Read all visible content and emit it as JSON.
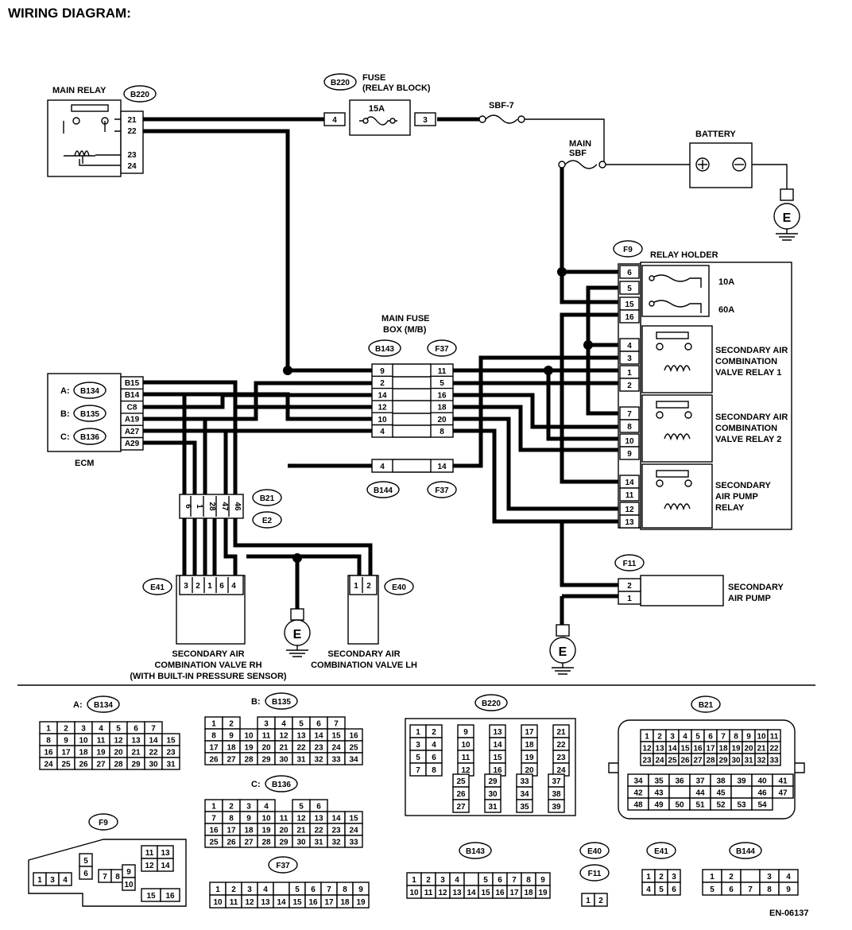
{
  "title": "WIRING DIAGRAM:",
  "footer_code": "EN-06137",
  "components": {
    "main_relay": {
      "label": "MAIN RELAY",
      "tag": "B220",
      "pins": [
        "21",
        "22",
        "23",
        "24"
      ]
    },
    "fuse": {
      "tag": "B220",
      "label1": "FUSE",
      "label2": "(RELAY BLOCK)",
      "rating": "15A",
      "pin_in": "4",
      "pin_out": "3"
    },
    "sbf7": {
      "label": "SBF-7"
    },
    "main_sbf": {
      "label1": "MAIN",
      "label2": "SBF"
    },
    "battery": {
      "label": "BATTERY"
    },
    "ground": {
      "label": "E"
    },
    "relay_holder": {
      "tag": "F9",
      "label": "RELAY HOLDER",
      "fuse_10a": "10A",
      "fuse_60a": "60A",
      "pins": [
        "6",
        "5",
        "15",
        "16",
        "4",
        "3",
        "1",
        "2",
        "7",
        "8",
        "10",
        "9",
        "14",
        "11",
        "12",
        "13"
      ],
      "relay1": [
        "SECONDARY AIR",
        "COMBINATION",
        "VALVE RELAY 1"
      ],
      "relay2": [
        "SECONDARY AIR",
        "COMBINATION",
        "VALVE RELAY 2"
      ],
      "relay3": [
        "SECONDARY",
        "AIR PUMP",
        "RELAY"
      ]
    },
    "main_fuse_box": {
      "label1": "MAIN FUSE",
      "label2": "BOX (M/B)",
      "tag_left": "B143",
      "tag_right": "F37",
      "tag_left2": "B144",
      "tag_right2": "F37",
      "left_pins": [
        "9",
        "2",
        "14",
        "12",
        "10",
        "4"
      ],
      "right_pins": [
        "11",
        "5",
        "16",
        "18",
        "20",
        "8"
      ],
      "left_pin2": "4",
      "right_pin2": "14"
    },
    "ecm": {
      "label": "ECM",
      "tags": [
        "A:",
        "B134",
        "B:",
        "B135",
        "C:",
        "B136"
      ],
      "pins": [
        "B15",
        "B14",
        "C8",
        "A19",
        "A27",
        "A29"
      ]
    },
    "connector_b21": {
      "tag1": "B21",
      "tag2": "E2",
      "pins": [
        "6",
        "1",
        "28",
        "47",
        "46"
      ]
    },
    "valve_rh": {
      "tag": "E41",
      "pins": [
        "3",
        "2",
        "1",
        "6",
        "4"
      ],
      "label": [
        "SECONDARY AIR",
        "COMBINATION VALVE RH",
        "(WITH BUILT-IN PRESSURE SENSOR)"
      ]
    },
    "valve_lh": {
      "tag": "E40",
      "pins": [
        "1",
        "2"
      ],
      "label": [
        "SECONDARY AIR",
        "COMBINATION VALVE LH"
      ]
    },
    "air_pump": {
      "tag": "F11",
      "pins": [
        "2",
        "1"
      ],
      "label": [
        "SECONDARY",
        "AIR PUMP"
      ]
    }
  },
  "connector_views": {
    "b134": {
      "prefix": "A:",
      "tag": "B134"
    },
    "b135": {
      "prefix": "B:",
      "tag": "B135"
    },
    "b136": {
      "prefix": "C:",
      "tag": "B136"
    },
    "b220": {
      "tag": "B220"
    },
    "b21": {
      "tag": "B21"
    },
    "f9": {
      "tag": "F9"
    },
    "f37": {
      "tag": "F37"
    },
    "b143": {
      "tag": "B143"
    },
    "e40": {
      "tag": "E40"
    },
    "f11": {
      "tag": "F11"
    },
    "e41": {
      "tag": "E41"
    },
    "b144": {
      "tag": "B144"
    }
  }
}
